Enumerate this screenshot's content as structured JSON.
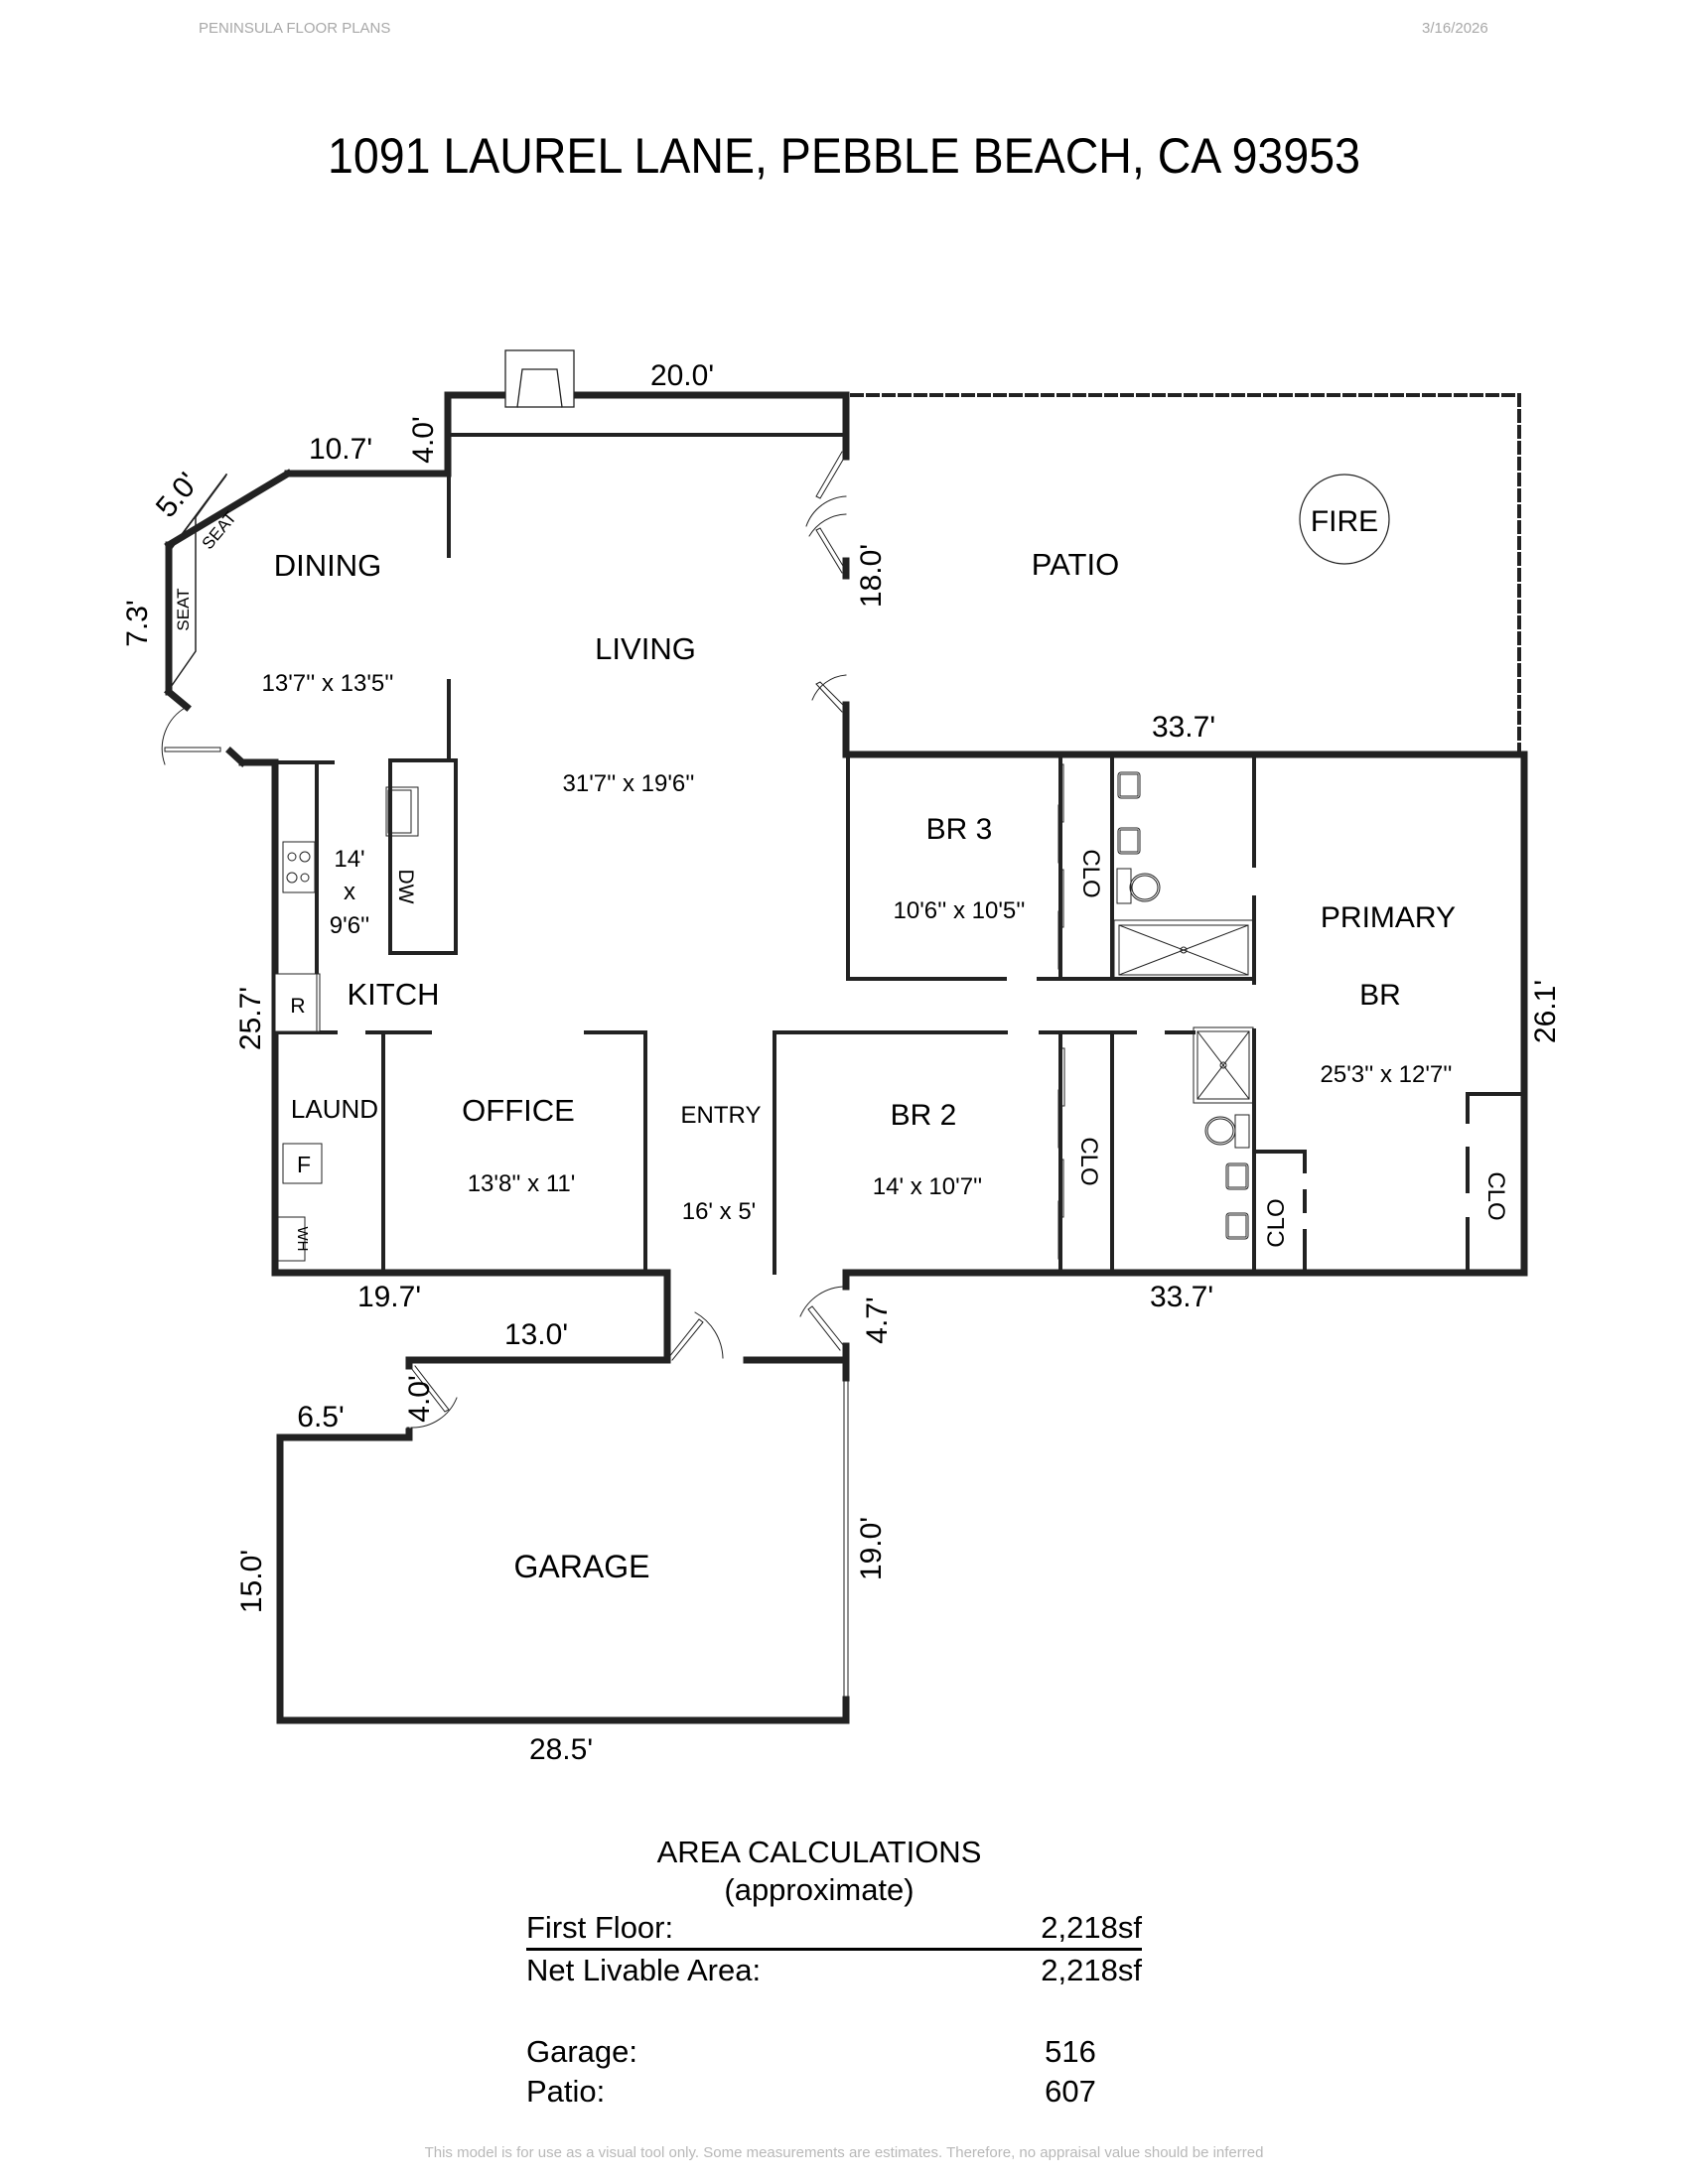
{
  "header": {
    "company": "PENINSULA FLOOR PLANS",
    "date": "3/16/2026"
  },
  "title": "1091 LAUREL LANE, PEBBLE BEACH, CA  93953",
  "rooms": {
    "dining": {
      "name": "DINING",
      "size": "13'7'' x 13'5''"
    },
    "living": {
      "name": "LIVING",
      "size": "31'7'' x 19'6''"
    },
    "patio": {
      "name": "PATIO"
    },
    "fire": {
      "name": "FIRE"
    },
    "kitchen": {
      "name": "KITCH",
      "size_w": "14'",
      "size_x": "x",
      "size_h": "9'6''"
    },
    "laundry": {
      "name": "LAUND"
    },
    "office": {
      "name": "OFFICE",
      "size": "13'8'' x 11'"
    },
    "entry": {
      "name": "ENTRY",
      "size": "16' x 5'"
    },
    "br3": {
      "name": "BR 3",
      "size": "10'6'' x 10'5''"
    },
    "br2": {
      "name": "BR 2",
      "size": "14' x 10'7''"
    },
    "primary": {
      "name_line1": "PRIMARY",
      "name_line2": "BR",
      "size": "25'3'' x 12'7''"
    },
    "garage": {
      "name": "GARAGE"
    }
  },
  "fixtures": {
    "seat_diag": "SEAT",
    "seat_vert": "SEAT",
    "dishwasher": "DW",
    "refrigerator": "R",
    "furnace": "F",
    "water_heater": "WH",
    "closet": "CLO"
  },
  "dimensions": {
    "top_living": "20.0'",
    "dining_top": "10.7'",
    "dining_bump": "4.0'",
    "dining_diag": "5.0'",
    "dining_left": "7.3'",
    "patio_left": "18.0'",
    "patio_bottom": "33.7'",
    "left_wall": "25.7'",
    "right_wall": "26.1'",
    "bottom_left": "19.7'",
    "bottom_right": "33.7'",
    "entry_side": "4.7'",
    "garage_top": "13.0'",
    "garage_step_h": "6.5'",
    "garage_step_v": "4.0'",
    "garage_left": "15.0'",
    "garage_right": "19.0'",
    "garage_bottom": "28.5'"
  },
  "area_calculations": {
    "title": "AREA CALCULATIONS",
    "subtitle": "(approximate)",
    "rows": [
      {
        "label": "First  Floor:",
        "value": "2,218sf"
      },
      {
        "label": "Net Livable Area:",
        "value": "2,218sf"
      },
      {
        "label": "Garage:",
        "value": "516"
      },
      {
        "label": "Patio:",
        "value": "607"
      }
    ]
  },
  "footer": "This model is for use as a visual tool only. Some measurements are estimates. Therefore, no appraisal value should be inferred"
}
